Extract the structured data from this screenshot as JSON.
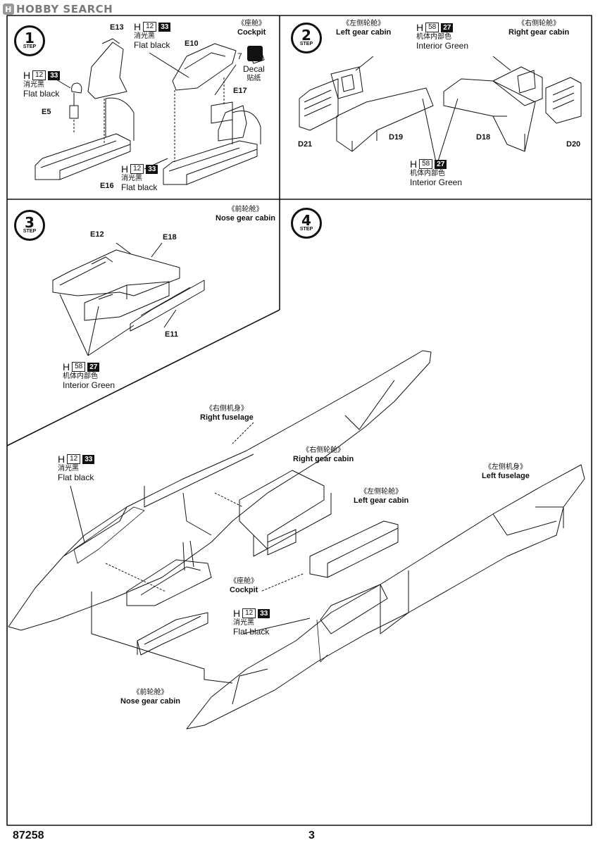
{
  "watermark": {
    "logo": "H",
    "text": "HOBBY SEARCH"
  },
  "footer": {
    "model_number": "87258",
    "page_number": "3"
  },
  "steps": [
    {
      "number": "1",
      "label": "STEP"
    },
    {
      "number": "2",
      "label": "STEP"
    },
    {
      "number": "3",
      "label": "STEP"
    },
    {
      "number": "4",
      "label": "STEP"
    }
  ],
  "step1": {
    "cockpit_cn": "《座舱》",
    "cockpit_en": "Cockpit",
    "decal_num": "7",
    "decal_en": "Decal",
    "decal_cn": "贴纸",
    "paint_a": {
      "brand": "H",
      "code": "12",
      "alt": "33",
      "cn": "消光黑",
      "en": "Flat black"
    },
    "paint_b": {
      "brand": "H",
      "code": "12",
      "alt": "33",
      "cn": "消光黑",
      "en": "Flat black"
    },
    "paint_c": {
      "brand": "H",
      "code": "12",
      "alt": "33",
      "cn": "消光黑",
      "en": "Flat black"
    },
    "parts": {
      "e13": "E13",
      "e10": "E10",
      "e17": "E17",
      "e5": "E5",
      "e16": "E16"
    }
  },
  "step2": {
    "left_cn": "《左侧轮舱》",
    "left_en": "Left gear cabin",
    "right_cn": "《右侧轮舱》",
    "right_en": "Right gear cabin",
    "paint_a": {
      "brand": "H",
      "code": "58",
      "alt": "27",
      "cn": "机体内部色",
      "en": "Interior Green"
    },
    "paint_b": {
      "brand": "H",
      "code": "58",
      "alt": "27",
      "cn": "机体内部色",
      "en": "Interior Green"
    },
    "parts": {
      "d21": "D21",
      "d19": "D19",
      "d18": "D18",
      "d20": "D20"
    }
  },
  "step3": {
    "nose_cn": "《前轮舱》",
    "nose_en": "Nose gear cabin",
    "paint": {
      "brand": "H",
      "code": "58",
      "alt": "27",
      "cn": "机体内部色",
      "en": "Interior Green"
    },
    "parts": {
      "e12": "E12",
      "e18": "E18",
      "e11": "E11"
    }
  },
  "step4": {
    "right_fuselage_cn": "《右侧机身》",
    "right_fuselage_en": "Right fuselage",
    "right_gear_cn": "《右侧轮舱》",
    "right_gear_en": "Right gear cabin",
    "left_gear_cn": "《左侧轮舱》",
    "left_gear_en": "Left gear cabin",
    "left_fuselage_cn": "《左侧机身》",
    "left_fuselage_en": "Left fuselage",
    "cockpit_cn": "《座舱》",
    "cockpit_en": "Cockpit",
    "nose_cn": "《前轮舱》",
    "nose_en": "Nose gear cabin",
    "paint_a": {
      "brand": "H",
      "code": "12",
      "alt": "33",
      "cn": "消光黑",
      "en": "Flat black"
    },
    "paint_b": {
      "brand": "H",
      "code": "12",
      "alt": "33",
      "cn": "消光黑",
      "en": "Flat black"
    }
  }
}
